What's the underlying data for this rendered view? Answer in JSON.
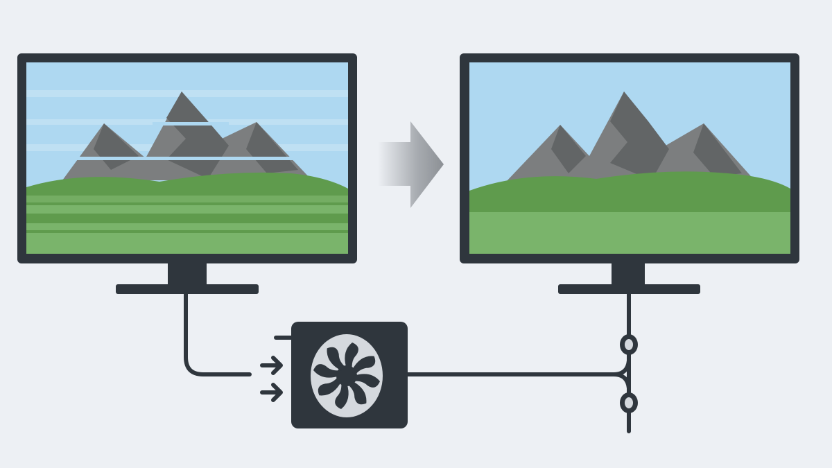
{
  "colors": {
    "background": "#edf0f4",
    "frame": "#2f363d",
    "sky": "#aed8f1",
    "mountain": "#7c7e7f",
    "mountain_shadow": "#626566",
    "hill": "#5f9b4d",
    "field": "#7ab46b",
    "fan": "#d5d9de"
  },
  "icons": [
    "glitched-monitor",
    "clear-monitor",
    "transition-arrow",
    "gpu-fan-unit",
    "input-arrows",
    "cable-connectors"
  ]
}
